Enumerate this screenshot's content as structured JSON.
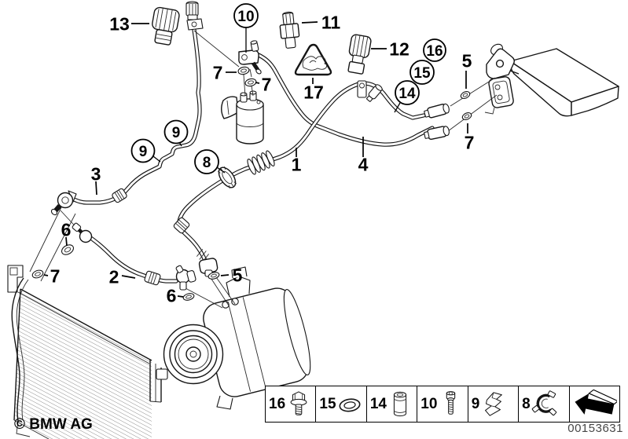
{
  "page": {
    "title": "Coolant lines parts diagram",
    "background": "#ffffff"
  },
  "watermark": "© BMW AG",
  "part_number": "00153631",
  "colors": {
    "artwork": "#151515",
    "hatch": "#8d8d8d",
    "code_text": "#474747",
    "background": "#ffffff"
  },
  "callouts": {
    "plain": [
      {
        "id": "1",
        "text": "1"
      },
      {
        "id": "2",
        "text": "2"
      },
      {
        "id": "3",
        "text": "3"
      },
      {
        "id": "4",
        "text": "4"
      },
      {
        "id": "5-evaporator",
        "text": "5"
      },
      {
        "id": "5-compressor",
        "text": "5"
      },
      {
        "id": "6-condenser",
        "text": "6"
      },
      {
        "id": "6-compressor",
        "text": "6"
      },
      {
        "id": "7-evaporator",
        "text": "7"
      },
      {
        "id": "7-dryer-left",
        "text": "7"
      },
      {
        "id": "7-dryer-right",
        "text": "7"
      },
      {
        "id": "7-condenser",
        "text": "7"
      },
      {
        "id": "11",
        "text": "11"
      },
      {
        "id": "12",
        "text": "12"
      },
      {
        "id": "13",
        "text": "13"
      },
      {
        "id": "17",
        "text": "17"
      }
    ],
    "circled": [
      {
        "id": "8",
        "text": "8"
      },
      {
        "id": "9-upper",
        "text": "9"
      },
      {
        "id": "9-lower",
        "text": "9"
      },
      {
        "id": "10",
        "text": "10"
      },
      {
        "id": "14",
        "text": "14"
      },
      {
        "id": "15",
        "text": "15"
      },
      {
        "id": "16",
        "text": "16"
      }
    ]
  },
  "legend": {
    "cells": [
      {
        "label": "16",
        "icon": "flange-bolt-icon"
      },
      {
        "label": "15",
        "icon": "washer-icon"
      },
      {
        "label": "14",
        "icon": "valve-cap-icon"
      },
      {
        "label": "10",
        "icon": "screw-icon"
      },
      {
        "label": "9",
        "icon": "spring-clip-icon"
      },
      {
        "label": "8",
        "icon": "clamp-icon"
      }
    ],
    "arrow_icon": "direction-arrow-icon"
  }
}
